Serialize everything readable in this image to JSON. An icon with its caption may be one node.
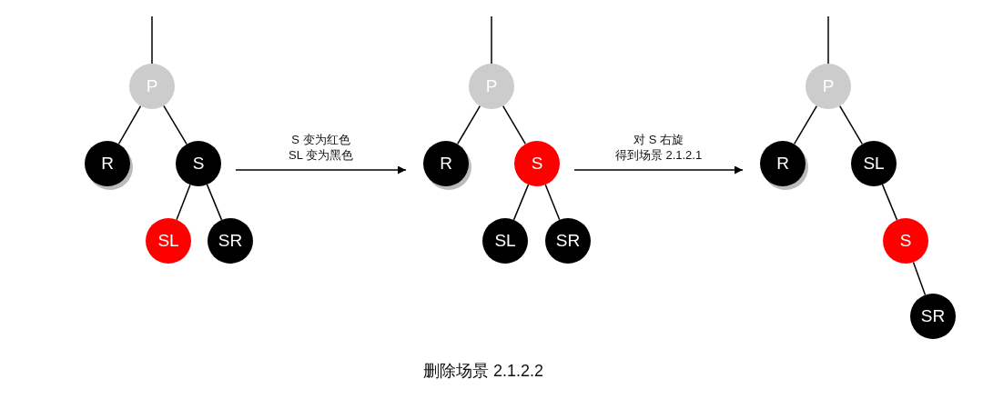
{
  "diagram": {
    "caption": "删除场景 2.1.2.2",
    "nodes": [
      {
        "text": [
          "P"
        ]
      },
      {
        "text": [
          "R"
        ]
      },
      {
        "text": [
          "S"
        ]
      },
      {
        "text": [
          "SL"
        ]
      },
      {
        "text": [
          "SR"
        ]
      },
      {
        "text": [
          "P"
        ]
      },
      {
        "text": [
          "R"
        ]
      },
      {
        "text": [
          "S"
        ]
      },
      {
        "text": [
          "SL"
        ]
      },
      {
        "text": [
          "SR"
        ]
      },
      {
        "text": [
          "P"
        ]
      },
      {
        "text": [
          "R"
        ]
      },
      {
        "text": [
          "SL"
        ]
      },
      {
        "text": [
          "S"
        ]
      },
      {
        "text": [
          "SR"
        ]
      }
    ],
    "edges": [
      {
        "from": null,
        "to": 0,
        "arrow": "none"
      },
      {
        "from": 0,
        "to": 1,
        "arrow": "none"
      },
      {
        "from": 0,
        "to": 2,
        "arrow": "none"
      },
      {
        "from": 2,
        "to": 3,
        "arrow": "none"
      },
      {
        "from": 2,
        "to": 4,
        "arrow": "none"
      },
      {
        "from": 2,
        "to": 6,
        "arrow": "to",
        "label": "S 变为红色SL 变为黑色"
      },
      {
        "from": null,
        "to": 5,
        "arrow": "none"
      },
      {
        "from": 5,
        "to": 6,
        "arrow": "none"
      },
      {
        "from": 5,
        "to": 7,
        "arrow": "none"
      },
      {
        "from": 7,
        "to": 8,
        "arrow": "none"
      },
      {
        "from": 7,
        "to": 9,
        "arrow": "none"
      },
      {
        "from": 7,
        "to": 11,
        "arrow": "to",
        "label": "对 S 右旋得到场景 2.1.2.1"
      },
      {
        "from": null,
        "to": 10,
        "arrow": "none"
      },
      {
        "from": 10,
        "to": 11,
        "arrow": "none"
      },
      {
        "from": 10,
        "to": 12,
        "arrow": "none"
      },
      {
        "from": 12,
        "to": 13,
        "arrow": "none"
      },
      {
        "from": 13,
        "to": 14,
        "arrow": "none"
      }
    ]
  }
}
